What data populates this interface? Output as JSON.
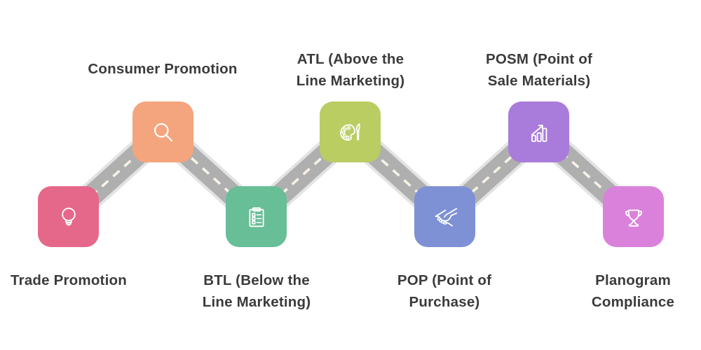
{
  "diagram": {
    "type": "zigzag-process-timeline",
    "background": "#FFFFFF"
  },
  "colors": {
    "road": "#AFAFAF",
    "road_edge": "#E3E3E3",
    "road_dash": "#F7F2E7",
    "label_text": "#3B3B3B"
  },
  "steps": [
    {
      "label": "Trade Promotion",
      "label_position": "bottom",
      "color": "#E5688A",
      "icon": "lightbulb-icon"
    },
    {
      "label": "Consumer Promotion",
      "label_position": "top",
      "color": "#F4A57D",
      "icon": "magnifier-icon"
    },
    {
      "label": "BTL (Below the\nLine Marketing)",
      "label_position": "bottom",
      "color": "#67BE97",
      "icon": "checklist-clipboard-icon"
    },
    {
      "label": "ATL (Above the\nLine Marketing)",
      "label_position": "top",
      "color": "#B9CD62",
      "icon": "palette-icon"
    },
    {
      "label": "POP (Point of\nPurchase)",
      "label_position": "bottom",
      "color": "#7E91D5",
      "icon": "handshake-icon"
    },
    {
      "label": "POSM (Point of\nSale Materials)",
      "label_position": "top",
      "color": "#A97CDB",
      "icon": "bar-chart-icon"
    },
    {
      "label": "Planogram\nCompliance",
      "label_position": "bottom",
      "color": "#DA82DB",
      "icon": "trophy-icon"
    }
  ]
}
